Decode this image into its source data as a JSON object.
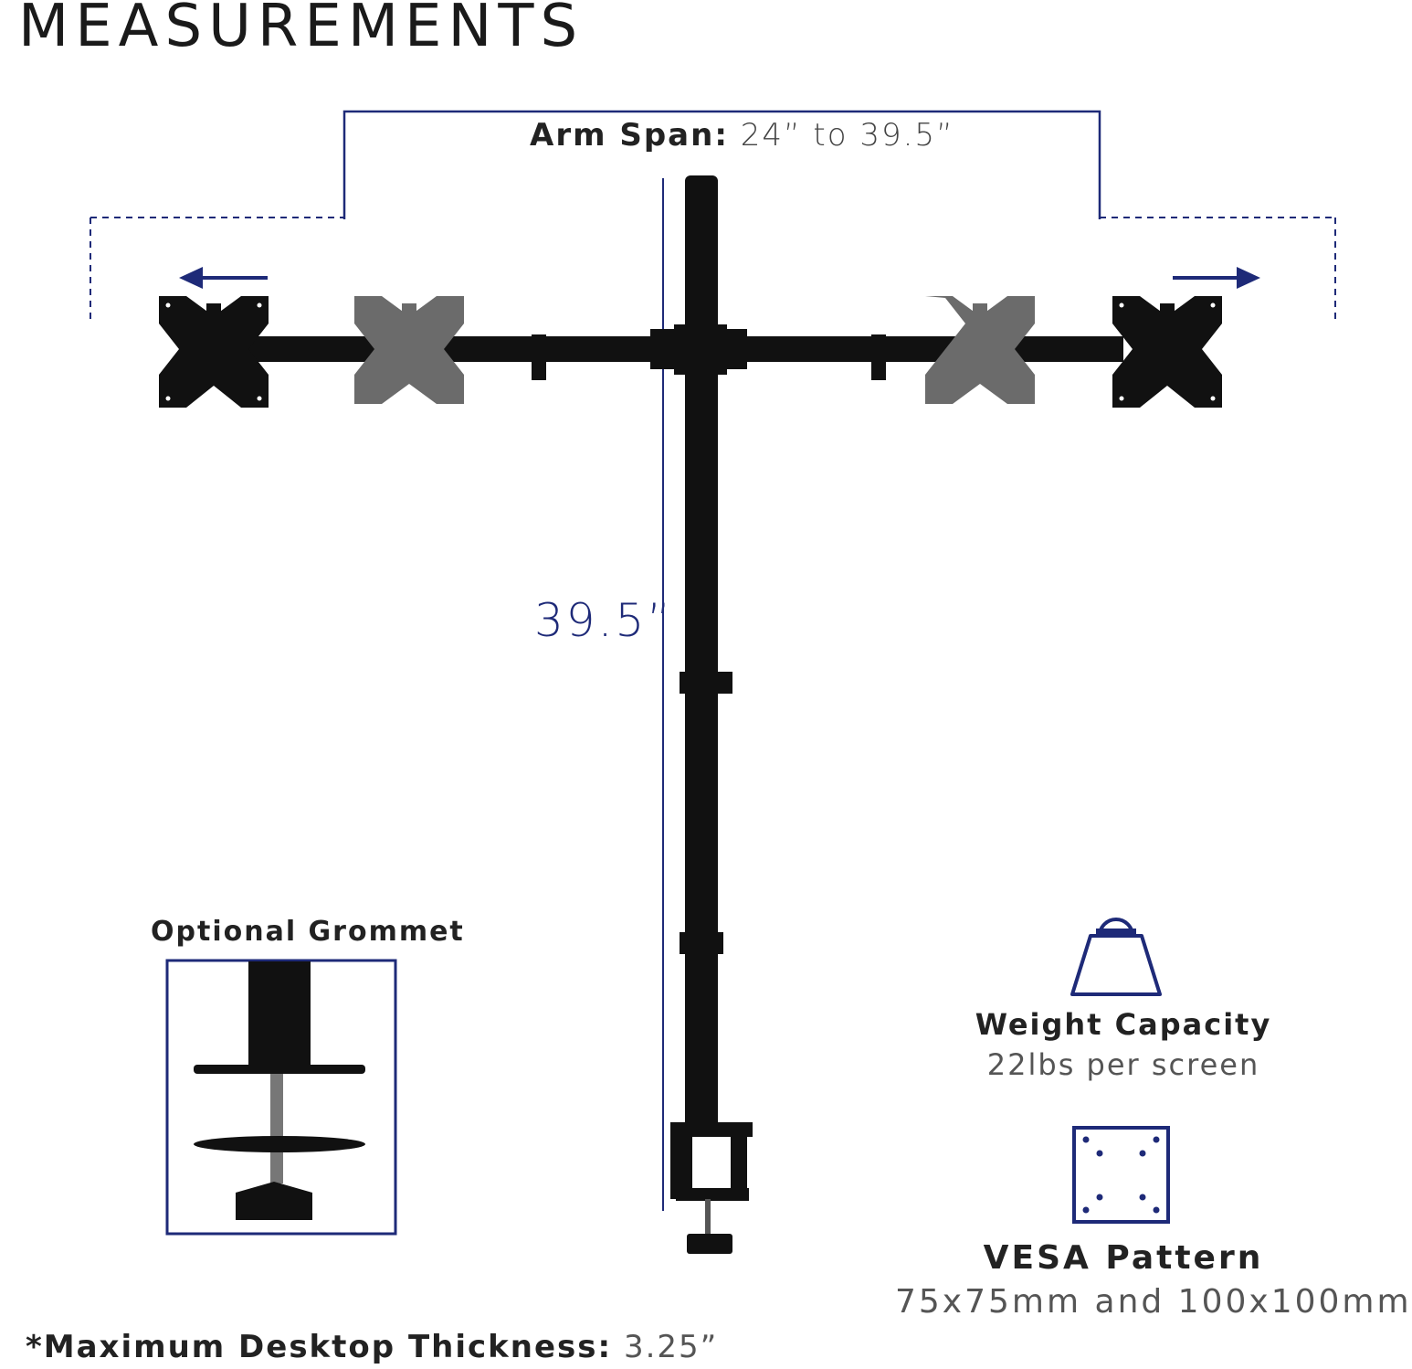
{
  "title": "MEASUREMENTS",
  "arm_span": {
    "label": "Arm Span:",
    "value": "24” to 39.5”"
  },
  "height": {
    "value": "39.5”"
  },
  "grommet": {
    "label": "Optional Grommet"
  },
  "weight_capacity": {
    "title": "Weight Capacity",
    "value": "22lbs per screen"
  },
  "vesa": {
    "title": "VESA Pattern",
    "value": "75x75mm and 100x100mm"
  },
  "desk_thickness": {
    "label": "*Maximum Desktop Thickness:",
    "value": "3.25”"
  },
  "colors": {
    "accent": "#1e2a78",
    "mount": "#111111",
    "ghost": "#6b6b6b"
  },
  "icons": [
    "arrow-left-icon",
    "arrow-right-icon",
    "weight-icon",
    "vesa-pattern-icon"
  ]
}
